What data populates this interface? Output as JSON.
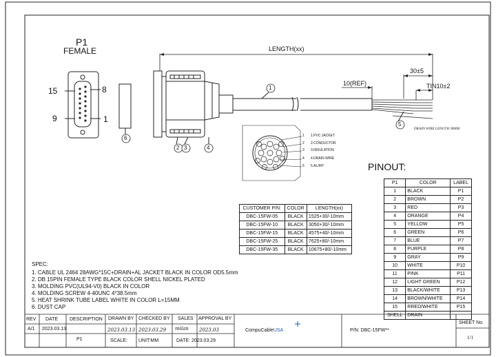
{
  "p1": {
    "name": "P1",
    "type": "FEMALE",
    "pin_labels": {
      "top_left": "15",
      "top_right": "8",
      "bottom_left": "9",
      "bottom_right": "1"
    }
  },
  "dimensions": {
    "length": "LENGTH(xx)",
    "strip": "30±5",
    "ref": "10(REF)",
    "tin": "TIN10±2",
    "drain_wire": "DRAIN WIRE LENGTH 30MM"
  },
  "balloons": [
    "1",
    "2",
    "3",
    "4",
    "5",
    "6"
  ],
  "cross_section_labels": [
    "1.PVC JACKET",
    "2.CONDUCTOR",
    "3.INSULATION",
    "4.DRAIN WIRE",
    "5.AL/MY"
  ],
  "callout_numbers": [
    "1",
    "2",
    "3",
    "4",
    "5"
  ],
  "customer_table": {
    "headers": [
      "CUSTOMER P/N:",
      "COLOR",
      "LENGTH(xx)"
    ],
    "rows": [
      [
        "DBC-15FW-05",
        "BLACK",
        "1525+30/-10mm"
      ],
      [
        "DBC-15FW-10",
        "BLACK",
        "3050+30/-10mm"
      ],
      [
        "DBC-15FW-15",
        "BLACK",
        "4575+40/-10mm"
      ],
      [
        "DBC-15FW-25",
        "BLACK",
        "7625+80/-10mm"
      ],
      [
        "DBC-15FW-35",
        "BLACK",
        "10675+80/-10mm"
      ]
    ]
  },
  "pinout": {
    "title": "PINOUT:",
    "headers": [
      "P1",
      "COLOR",
      "LABEL"
    ],
    "rows": [
      [
        "1",
        "BLACK",
        "P1"
      ],
      [
        "2",
        "BROWN",
        "P2"
      ],
      [
        "3",
        "RED",
        "P3"
      ],
      [
        "4",
        "ORANGE",
        "P4"
      ],
      [
        "5",
        "YELLOW",
        "P5"
      ],
      [
        "6",
        "GREEN",
        "P6"
      ],
      [
        "7",
        "BLUE",
        "P7"
      ],
      [
        "8",
        "PURPLE",
        "P8"
      ],
      [
        "9",
        "GRAY",
        "P9"
      ],
      [
        "10",
        "WHITE",
        "P10"
      ],
      [
        "11",
        "PINK",
        "P11"
      ],
      [
        "12",
        "LIGHT GREEN",
        "P12"
      ],
      [
        "13",
        "BLACK/WHITE",
        "P13"
      ],
      [
        "14",
        "BROWN/WHITE",
        "P14"
      ],
      [
        "15",
        "RRED/WHITE",
        "P15"
      ],
      [
        "SHELL",
        "DRAIN",
        ""
      ]
    ]
  },
  "spec": {
    "title": "SPEC:",
    "lines": [
      "1.  CABLE UL 2464 28AWG*15C+DRAIN+AL  JACKET BLACK IN COLOR  OD5.5mm",
      "2. DB 15PIN FEMALE TYPE BLACK COLOR SHELL NICKEL PLATED",
      "3. MOLDING PVC(UL94-V0) BLACK IN COLOR",
      "4. MOLDING SCREW 4-40UNC 4*38.5mm",
      "5. HEAT SHRINK TUBE LABEL WHITE IN COLOR L=15MM",
      "6. DUST CAP"
    ]
  },
  "title_block": {
    "rev_label": "REV",
    "date_label": "DATE",
    "description_label": "DESCRIPTION",
    "drawn_by": "DRAWN BY",
    "checked_by": "CHECKED BY",
    "sales": "SALES",
    "approval_by": "APPROVAL BY",
    "rev": "A/1",
    "date": "2023.03.13",
    "p1_marker": "P1",
    "signature_drawn": "2023.03.13",
    "signature_checked": "2023.03.29",
    "signature_sales": "milan",
    "signature_approval": "2023.03",
    "scale": "SCALE:",
    "unit": "UNIT:MM",
    "date_bottom": "DATE: 2023.03.29",
    "company": "CompuCable",
    "company_suffix": "USA",
    "pn": "P/N: DBC-15FW**",
    "sheet_no_label": "SHEET No.",
    "sheet_no": "1/1"
  },
  "colors": {
    "line": "#222222",
    "logo_blue": "#1e5aa8",
    "bg": "#ffffff"
  }
}
